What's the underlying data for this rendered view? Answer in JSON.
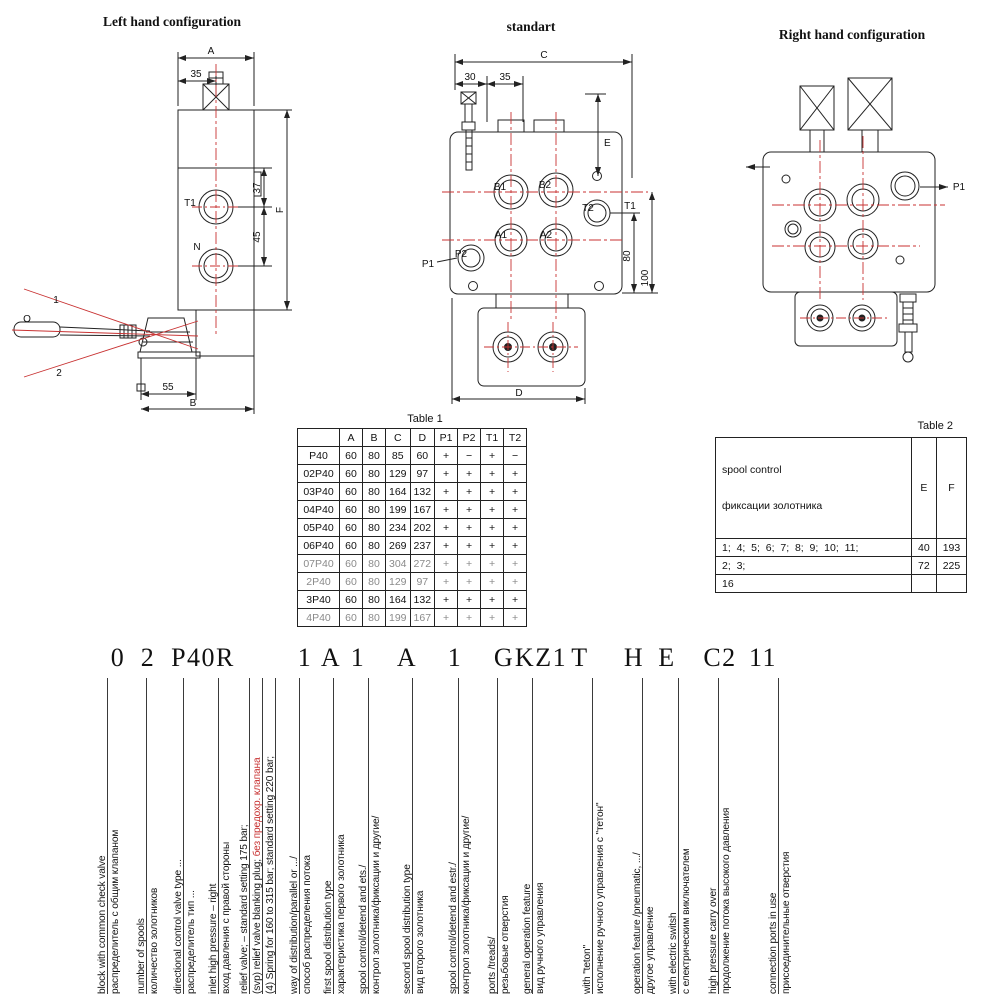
{
  "page": {
    "bg": "#ffffff",
    "accent_red": "#c83232"
  },
  "drawings": {
    "left": {
      "title": "Left hand configuration",
      "dims": {
        "A": "A",
        "w35": "35",
        "h37": "37",
        "h45": "45",
        "F": "F",
        "w55": "55",
        "B": "B"
      },
      "ports": {
        "t1": "T1",
        "n": "N"
      },
      "lever": {
        "pos1": "1",
        "pos0": "O",
        "pos2": "2"
      }
    },
    "center": {
      "title": "standart",
      "dims": {
        "C": "C",
        "w30": "30",
        "w35": "35",
        "E": "E",
        "h80": "80",
        "h100": "100",
        "D": "D"
      },
      "ports": {
        "b1": "B1",
        "b2": "B2",
        "t2": "T2",
        "a1": "A1",
        "a2": "A2",
        "p2": "P2",
        "t1": "T1",
        "p1": "P1"
      }
    },
    "right": {
      "title": "Right hand configuration",
      "ports": {
        "p1": "P1"
      }
    }
  },
  "table1": {
    "title": "Table 1",
    "headers": [
      "",
      "A",
      "B",
      "C",
      "D",
      "P1",
      "P2",
      "T1",
      "T2"
    ],
    "rows": [
      {
        "cells": [
          "P40",
          "60",
          "80",
          "85",
          "60",
          "+",
          "−",
          "+",
          "−"
        ]
      },
      {
        "cells": [
          "02P40",
          "60",
          "80",
          "129",
          "97",
          "+",
          "+",
          "+",
          "+"
        ]
      },
      {
        "cells": [
          "03P40",
          "60",
          "80",
          "164",
          "132",
          "+",
          "+",
          "+",
          "+"
        ]
      },
      {
        "cells": [
          "04P40",
          "60",
          "80",
          "199",
          "167",
          "+",
          "+",
          "+",
          "+"
        ]
      },
      {
        "cells": [
          "05P40",
          "60",
          "80",
          "234",
          "202",
          "+",
          "+",
          "+",
          "+"
        ]
      },
      {
        "cells": [
          "06P40",
          "60",
          "80",
          "269",
          "237",
          "+",
          "+",
          "+",
          "+"
        ]
      },
      {
        "cells": [
          "07P40",
          "60",
          "80",
          "304",
          "272",
          "+",
          "+",
          "+",
          "+"
        ],
        "muted": true
      },
      {
        "cells": [
          "2P40",
          "60",
          "80",
          "129",
          "97",
          "+",
          "+",
          "+",
          "+"
        ],
        "muted": true
      },
      {
        "cells": [
          "3P40",
          "60",
          "80",
          "164",
          "132",
          "+",
          "+",
          "+",
          "+"
        ]
      },
      {
        "cells": [
          "4P40",
          "60",
          "80",
          "199",
          "167",
          "+",
          "+",
          "+",
          "+"
        ],
        "muted": true
      }
    ]
  },
  "table2": {
    "title": "Table 2",
    "header": {
      "col1_line1": "spool control",
      "col1_line2": "фиксации золотника",
      "colE": "E",
      "colF": "F"
    },
    "rows": [
      {
        "spools": "1;  4;  5;  6;  7;  8;  9;  10;  11;",
        "e": "40",
        "f": "193"
      },
      {
        "spools": "2;  3;",
        "e": "72",
        "f": "225"
      },
      {
        "spools": "16",
        "e": "",
        "f": ""
      }
    ]
  },
  "order_code": {
    "tokens": [
      "0",
      "2",
      "P40R",
      "1",
      "A",
      "1",
      "A",
      "1",
      "G",
      "KZ1",
      "T",
      "H",
      "E",
      "C2",
      "11"
    ],
    "labels": [
      {
        "lines": [
          {
            "text": "block with common check valve",
            "rule": true
          },
          {
            "text": "распределитель с общим клапаном"
          }
        ]
      },
      {
        "lines": [
          {
            "text": "number of spools",
            "rule": true
          },
          {
            "text": "количество золотников"
          }
        ]
      },
      {
        "lines": [
          {
            "text": "directional control valve type ...",
            "rule": true
          },
          {
            "text": "распределитель тип ..."
          }
        ]
      },
      {
        "lines": [
          {
            "text": "inlet high pressure – right",
            "rule": true
          },
          {
            "text": "вход давления с правой стороны"
          }
        ]
      },
      {
        "lines": [
          {
            "text": "relief valve; – standard setting 175 bar;",
            "rule": true
          },
          {
            "text": "(svp) relief valve blanking plug; ",
            "red": "без предохр. клапана",
            "rule": true
          },
          {
            "text": "(4) Spring for 160 to 315 bar; standard setting 220 bar;",
            "rule": true
          }
        ]
      },
      {
        "lines": [
          {
            "text": "way of distribution/parallel or .../",
            "rule": true
          },
          {
            "text": "способ распределения потока"
          }
        ]
      },
      {
        "lines": [
          {
            "text": "first spool distribution type",
            "rule": true
          },
          {
            "text": "характеристика первого золотника"
          }
        ]
      },
      {
        "lines": [
          {
            "text": "spool control/detend and ets./",
            "rule": true
          },
          {
            "text": "контрол золотника/фиксации и другие/"
          }
        ]
      },
      {
        "lines": [
          {
            "text": "second spool distribution type",
            "rule": true
          },
          {
            "text": "вид второго золотника"
          }
        ]
      },
      {
        "lines": [
          {
            "text": "spool control/detend and estr./",
            "rule": true
          },
          {
            "text": "контрол золотника/фиксации и другие/"
          }
        ]
      },
      {
        "lines": [
          {
            "text": "ports /treads/",
            "rule": true
          },
          {
            "text": "резьбовые отверстия"
          }
        ]
      },
      {
        "lines": [
          {
            "text": "general operation feature",
            "rule": true
          },
          {
            "text": "вид ручного управления"
          }
        ]
      },
      {
        "lines": [
          {
            "text": "with \"teton\"",
            "rule": true
          },
          {
            "text": "исполнение ручного управления с \"тетон\""
          }
        ]
      },
      {
        "lines": [
          {
            "text": "operation feature /pneumatic, .../",
            "rule": true
          },
          {
            "text": "другое управление"
          }
        ]
      },
      {
        "lines": [
          {
            "text": "with electric switsh",
            "rule": true
          },
          {
            "text": "с електрическим виключателем"
          }
        ]
      },
      {
        "lines": [
          {
            "text": "high pressure carry over",
            "rule": true
          },
          {
            "text": "продолжение потока высокого давления"
          }
        ]
      },
      {
        "lines": [
          {
            "text": "connection ports in use",
            "rule": true
          },
          {
            "text": "присоединительные отверстия"
          }
        ]
      }
    ]
  }
}
